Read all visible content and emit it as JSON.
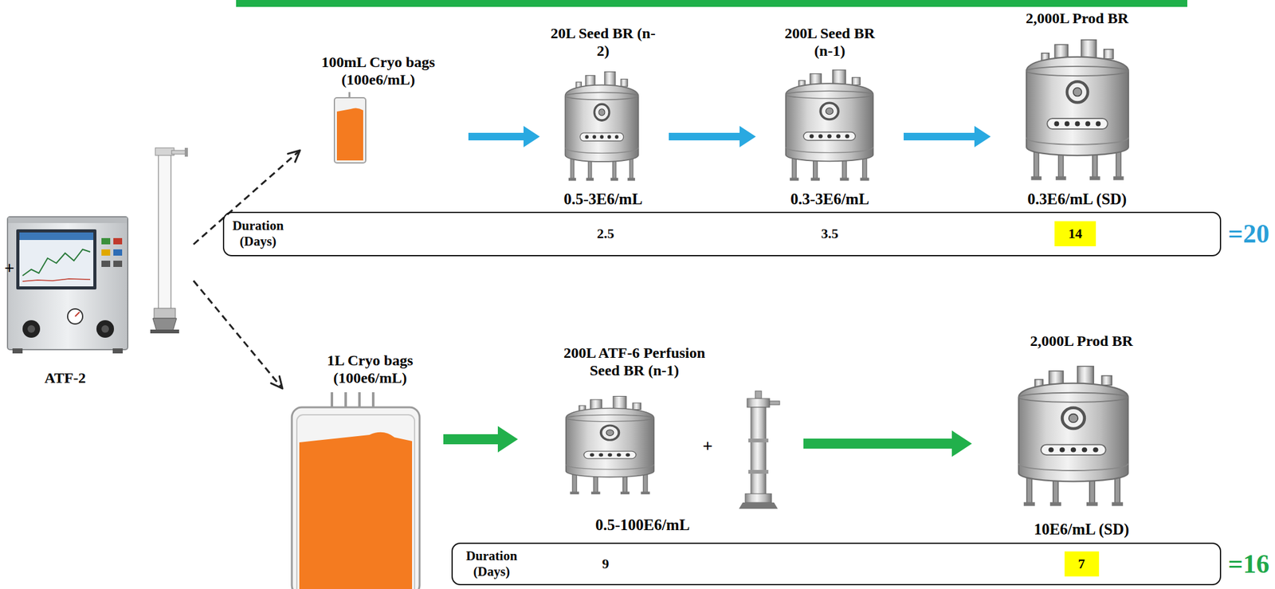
{
  "diagram": {
    "nodes": [
      {
        "text": [
          "ATF-2"
        ]
      },
      {
        "text": [
          "100mL Cryo bags (100e6/mL)"
        ]
      },
      {
        "text": [
          "20L Seed BR (n-2)",
          "0.5-3E6/mL"
        ]
      },
      {
        "text": [
          "200L Seed BR (n-1)",
          "0.3-3E6/mL"
        ]
      },
      {
        "text": [
          "2,000L Prod BR",
          "0.3E6/mL (SD)"
        ]
      },
      {
        "text": [
          "Duration (Days)",
          "2.5",
          "3.5",
          "14"
        ]
      },
      {
        "text": [
          "1L Cryo bags (100e6/mL)"
        ]
      },
      {
        "text": [
          "200L ATF-6 Perfusion Seed BR (n-1)",
          "0.5-100E6/mL"
        ]
      },
      {
        "text": [
          "2,000L Prod BR",
          "10E6/mL (SD)"
        ]
      },
      {
        "text": [
          "Duration (Days)",
          "9",
          "7"
        ]
      }
    ],
    "edges": [
      {
        "from": 0,
        "to": 1,
        "arrow": "to"
      },
      {
        "from": 0,
        "to": 6,
        "arrow": "to"
      },
      {
        "from": 1,
        "to": 2,
        "arrow": "to"
      },
      {
        "from": 2,
        "to": 3,
        "arrow": "to"
      },
      {
        "from": 3,
        "to": 4,
        "arrow": "to"
      },
      {
        "from": 6,
        "to": 7,
        "arrow": "to"
      },
      {
        "from": 7,
        "to": 8,
        "arrow": "to"
      }
    ],
    "labels": [
      "+",
      "=20",
      "+",
      "=16"
    ]
  }
}
